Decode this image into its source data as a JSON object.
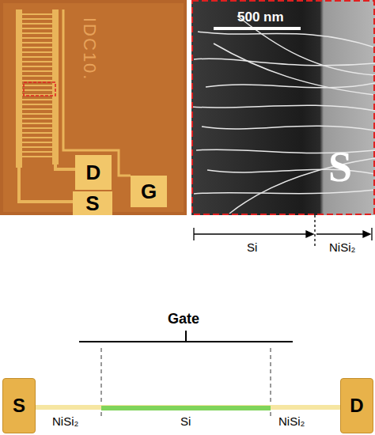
{
  "diagram": {
    "nodes": [
      {
        "text": [
          "IDC10."
        ]
      },
      {
        "text": [
          "D"
        ],
        "in": 0
      },
      {
        "text": [
          "G"
        ],
        "in": 0
      },
      {
        "text": [
          "S"
        ],
        "in": 0
      },
      {
        "text": [
          "S"
        ]
      },
      {
        "text": [
          "D"
        ]
      }
    ],
    "edges": [
      {
        "from": 4,
        "to": 5,
        "arrow": "none"
      }
    ],
    "labels": [
      "500 nm",
      "S",
      "Si",
      "NiSi₂",
      "Gate",
      "NiSi₂",
      "Si",
      "NiSi₂"
    ]
  }
}
